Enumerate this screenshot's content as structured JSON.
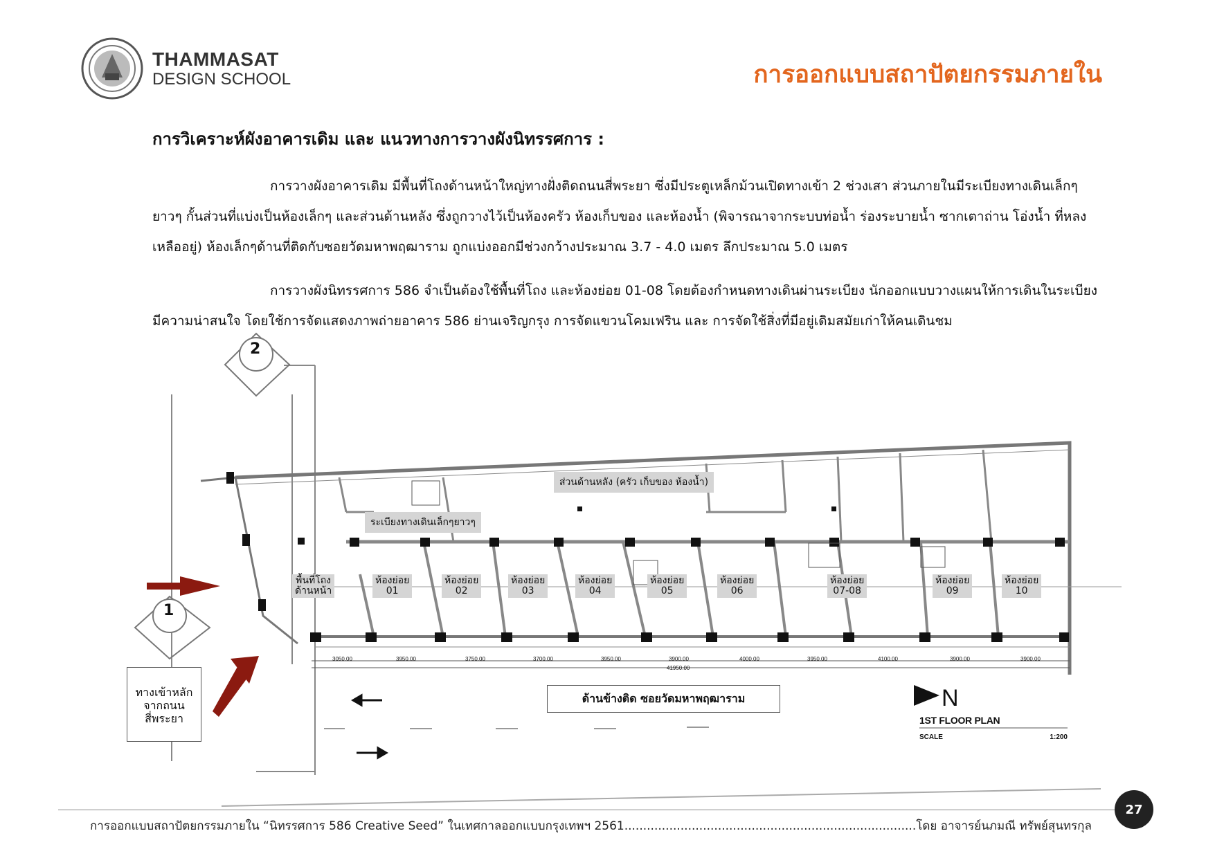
{
  "header": {
    "logo_line1": "THAMMASAT",
    "logo_line2": "DESIGN SCHOOL",
    "section_title": "การออกแบบสถาปัตยกรรมภายใน"
  },
  "content": {
    "heading": "การวิเคราะห์ผังอาคารเดิม และ แนวทางการวางผังนิทรรศการ :",
    "paragraph1": "การวางผังอาคารเดิม มีพื้นที่โถงด้านหน้าใหญ่ทางฝั่งติดถนนสี่พระยา ซึ่งมีประตูเหล็กม้วนเปิดทางเข้า 2 ช่วงเสา ส่วนภายในมีระเบียงทางเดินเล็กๆ ยาวๆ กั้นส่วนที่แบ่งเป็นห้องเล็กๆ และส่วนด้านหลัง ซึ่งถูกวางไว้เป็นห้องครัว ห้องเก็บของ และห้องน้ำ (พิจารณาจากระบบท่อน้ำ ร่องระบายน้ำ ซากเตาถ่าน โอ่งน้ำ ที่หลงเหลืออยู่) ห้องเล็กๆด้านที่ติดกับซอยวัดมหาพฤฒาราม ถูกแบ่งออกมีช่วงกว้างประมาณ 3.7 - 4.0 เมตร ลึกประมาณ 5.0 เมตร",
    "paragraph2": "การวางผังนิทรรศการ 586 จำเป็นต้องใช้พื้นที่โถง และห้องย่อย 01-08 โดยต้องกำหนดทางเดินผ่านระเบียง นักออกแบบวางแผนให้การเดินในระเบียงมีความน่าสนใจ โดยใช้การจัดแสดงภาพถ่ายอาคาร 586 ย่านเจริญกรุง การจัดแขวนโคมเฟริน และ การจัดใช้สิ่งที่มีอยู่เดิมสมัยเก่าให้คนเดินชม"
  },
  "plan": {
    "entrance_markers": [
      "1",
      "2"
    ],
    "rear_label": "ส่วนด้านหลัง (ครัว เก็บของ ห้องน้ำ)",
    "corridor_label": "ระเบียงทางเดินเล็กๆยาวๆ",
    "hall_label": [
      "พื้นที่โถง",
      "ด้านหน้า"
    ],
    "rooms": [
      {
        "line1": "ห้องย่อย",
        "line2": "01"
      },
      {
        "line1": "ห้องย่อย",
        "line2": "02"
      },
      {
        "line1": "ห้องย่อย",
        "line2": "03"
      },
      {
        "line1": "ห้องย่อย",
        "line2": "04"
      },
      {
        "line1": "ห้องย่อย",
        "line2": "05"
      },
      {
        "line1": "ห้องย่อย",
        "line2": "06"
      },
      {
        "line1": "ห้องย่อย",
        "line2": "07-08"
      },
      {
        "line1": "ห้องย่อย",
        "line2": "09"
      },
      {
        "line1": "ห้องย่อย",
        "line2": "10"
      }
    ],
    "dimensions": [
      "3050.00",
      "3950.00",
      "3750.00",
      "3700.00",
      "3950.00",
      "3900.00",
      "4000.00",
      "3950.00",
      "4100.00",
      "3900.00",
      "3900.00"
    ],
    "overall_dimension": "41950.00",
    "main_entrance": [
      "ทางเข้าหลัก",
      "จากถนน",
      "สี่พระยา"
    ],
    "side_road": "ด้านข้างติด ซอยวัดมหาพฤฒาราม",
    "north_label": "N",
    "plan_title": "1ST FLOOR PLAN",
    "scale_label": "SCALE",
    "scale_value": "1:200"
  },
  "footer": {
    "text": "การออกแบบสถาปัตยกรรมภายใน “นิทรรศการ 586 Creative Seed” ในเทศกาลออกแบบกรุงเทพฯ 2561..............................................................................โดย  อาจารย์นภมณี ทรัพย์สุนทรกุล",
    "page_number": "27"
  },
  "colors": {
    "title_orange": "#e3661e",
    "arrow_red": "#8b1a10"
  }
}
